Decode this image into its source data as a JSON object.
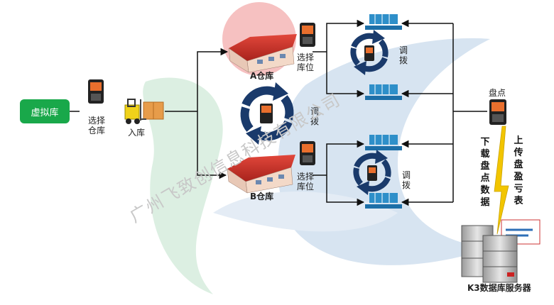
{
  "virtual_warehouse": "虚拟库",
  "select_warehouse": "选择\n仓库",
  "inbound": "入库",
  "warehouse_a": "A仓库",
  "warehouse_b": "B仓库",
  "select_location_a": "选择\n库位",
  "select_location_b": "选择\n库位",
  "transfer_center": "调\n拨",
  "transfer_a": "调\n拨",
  "transfer_b": "调\n拨",
  "inventory_check": "盘点",
  "download_data": "下载盘点数据",
  "upload_table": "上传盘盈亏表",
  "server": "K3数据库服务器",
  "watermark": "广州飞致创信息科技有限公司",
  "colors": {
    "green": "#19a84a",
    "arrow_navy": "#1a3a6b",
    "bolt": "#f2c500",
    "pink_circle": "#f4b6b6"
  }
}
